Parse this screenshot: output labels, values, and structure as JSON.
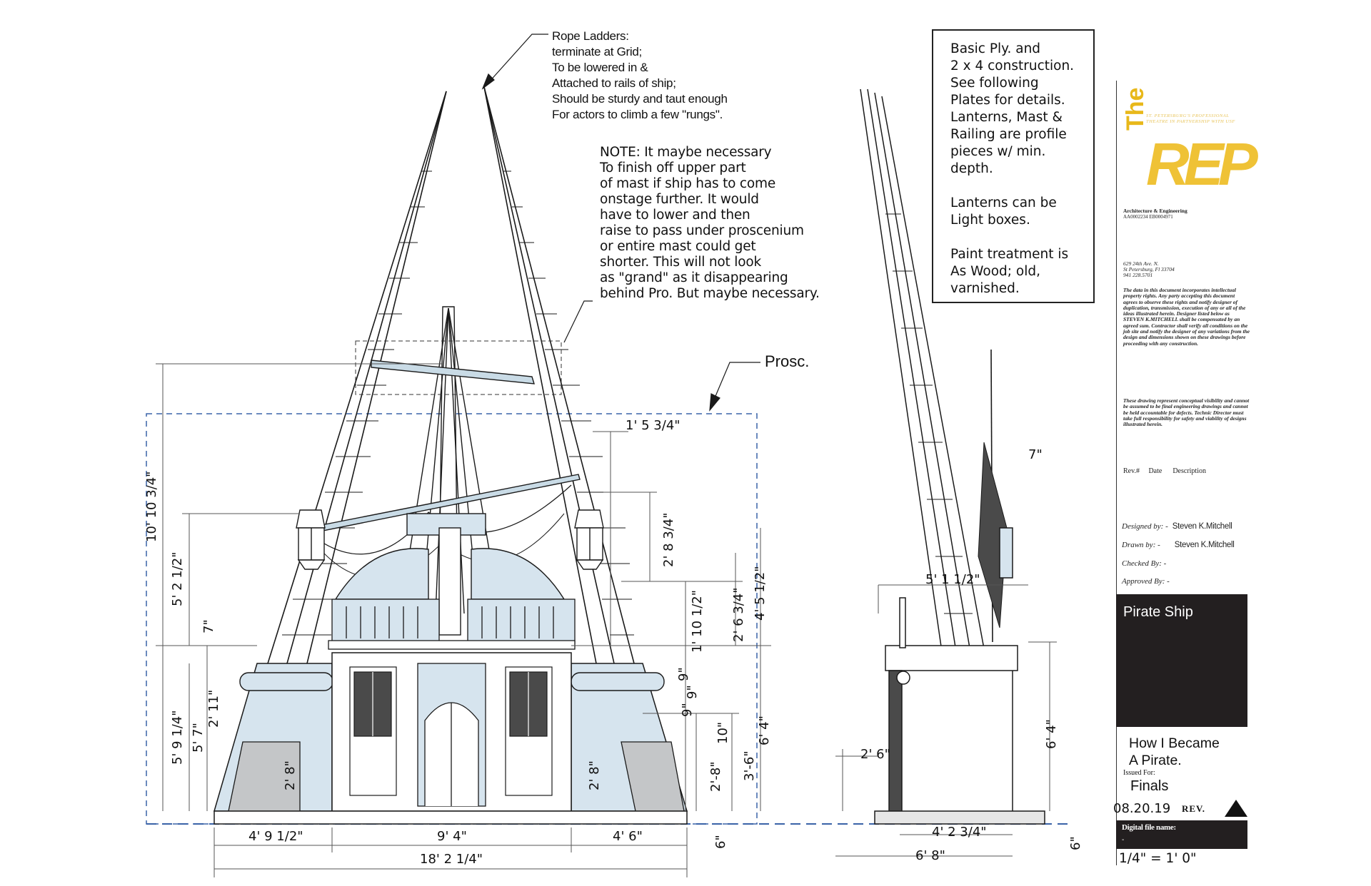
{
  "notes": {
    "rope_ladders": "Rope Ladders:\nterminate at Grid;\nTo be lowered in &\nAttached to rails of ship;\nShould be sturdy and taut enough\nFor actors to climb a few \"rungs\".",
    "mast_note": "NOTE: It maybe necessary\nTo finish off upper part\nof mast if ship has to come\nonstage further. It would\nhave to lower and then\nraise to pass under proscenium\nor entire mast could get\nshorter. This will not look\nas \"grand\" as it disappearing\nbehind Pro. But maybe necessary.",
    "prosc": "Prosc.",
    "construction": "Basic Ply. and\n2 x 4 construction.\nSee following\nPlates for details.\nLanterns, Mast &\nRailing are profile\npieces w/ min.\ndepth.\n\nLanterns can be\nLight boxes.\n\nPaint treatment is\nAs Wood; old,\nvarnished."
  },
  "dimensions": {
    "front": {
      "total_height": "10' 10 3/4\"",
      "upper_height": "5' 2 1/2\"",
      "rail_7": "7\"",
      "lower_height": "5' 9 1/4\"",
      "mid_5_7": "5' 7\"",
      "side_2_11": "2' 11\"",
      "door_2_8_left": "2' 8\"",
      "door_2_8_right": "2' 8\"",
      "top_offset": "1' 5 3/4\"",
      "mast_2_8_3_4": "2' 8 3/4\"",
      "center_2_6_3_4": "2' 6 3/4\"",
      "center_4_5_1_2": "4' 5 1/2\"",
      "rail_1_10_1_2": "1' 10 1/2\"",
      "stack_9_a": "9\"",
      "stack_9_b": "9\"",
      "stack_9_c": "9\"",
      "door_10": "10\"",
      "door_2_8_center": "2'-8\"",
      "door_3_6": "3'-6\"",
      "right_6_4": "6' 4\"",
      "base_6": "6\"",
      "width_left": "4' 9 1/2\"",
      "width_center": "9' 4\"",
      "width_right": "4' 6\"",
      "width_total": "18' 2 1/4\""
    },
    "side": {
      "top_7": "7\"",
      "depth_5_1_2": "5' 1 1/2\"",
      "height_6_4": "6' 4\"",
      "rail_2_6": "2' 6\"",
      "depth_4_2_3_4": "4' 2 3/4\"",
      "depth_6_8": "6' 8\"",
      "base_6": "6\""
    }
  },
  "title_block": {
    "logo_the": "The",
    "logo_rep": "REP",
    "logo_tagline": "ST. PETERSBURG'S PROFESSIONAL THEATRE IN PARTNERSHIP WITH USF",
    "firm": "Architecture & Engineering",
    "license": "AA0002234      EB0004971",
    "address": "629 24th Ave. N.\nSt Petersburg, Fl  33704\n941 228.5701",
    "disclaimer_1": "The data in this document incorporates intellectual property rights. Any party accepting this document agrees to observe these rights and notify designer of duplication, transmission, execution of any or all of the ideas illustrated herein. Designer listed below as STEVEN K.MITCHELL shall be compensated by an agreed sum. Contractor shall verify all conditions on the job site and notify the designer of any variations from the design and dimensions shown on these drawings before proceeding with any construction.",
    "disclaimer_2": "These drawing represent conceptual visibility and cannot be assumed to be final engineering drawings and cannot be held accountable for defects. Technic Director must take full responsibility for safety and viability of designs illustrated herein.",
    "rev_header": "Rev.#     Date      Description",
    "designed_by_label": "Designed by: -",
    "designed_by": "Steven K.Mitchell",
    "drawn_by_label": "Drawn by: -",
    "drawn_by": "Steven K.Mitchell",
    "checked_by_label": "Checked By: -",
    "approved_by_label": "Approved By: -",
    "project_name": "Pirate Ship",
    "show_title": "How I Became\nA Pirate.",
    "issued_for_label": "Issued For:",
    "issued_for": "Finals",
    "date": "08.20.19",
    "rev_label": "REV.",
    "digital_file_label": "Digital file name:",
    "digital_file_value": "-",
    "scale": "1/4\" = 1' 0\""
  },
  "colors": {
    "line": "#1a1a1a",
    "fill_blue": "#d6e4ee",
    "fill_gray": "#c4c6c8",
    "dim_line": "#555555",
    "prosc_dash": "#3a63a8",
    "logo_gold": "#efc236",
    "title_black": "#231f20"
  }
}
